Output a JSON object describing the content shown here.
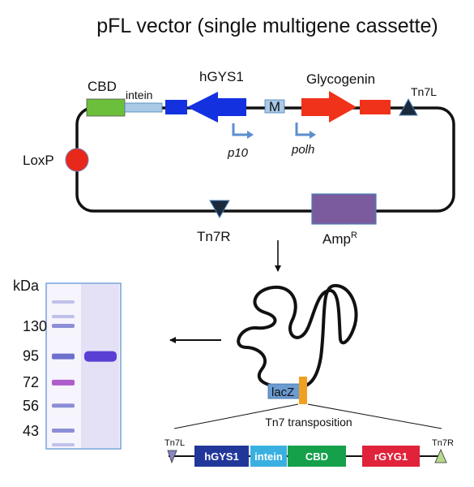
{
  "title": "pFL vector (single multigene cassette)",
  "vector": {
    "labels": {
      "cbd": "CBD",
      "intein": "intein",
      "hgys1": "hGYS1",
      "m": "M",
      "glycogenin": "Glycogenin",
      "tn7l": "Tn7L",
      "loxp": "LoxP",
      "p10": "p10",
      "polh": "polh",
      "tn7r": "Tn7R",
      "amp": "Amp",
      "amp_sup": "R"
    },
    "colors": {
      "cbd": "#6cbf3a",
      "intein": "#a9c9e6",
      "hgys1": "#1431e0",
      "m": "#a9c9e6",
      "glycogenin": "#f0321a",
      "loxp": "#e8281a",
      "amp": "#7b5b9e",
      "promoter": "#5b8fcf"
    }
  },
  "gel": {
    "unit_label": "kDa",
    "ladder_kda": [
      130,
      95,
      72,
      56,
      43
    ],
    "sample_band_kda": 95
  },
  "bacmid": {
    "lacz_label": "lacZ",
    "transposition_label": "Tn7 transposition",
    "cassette": [
      {
        "label": "Tn7L",
        "color": "#8b86c4"
      },
      {
        "label": "hGYS1",
        "color": "#22379a"
      },
      {
        "label": "intein",
        "color": "#3ab0e0"
      },
      {
        "label": "CBD",
        "color": "#15a04a"
      },
      {
        "label": "rGYG1",
        "color": "#e0223a"
      },
      {
        "label": "Tn7R",
        "color": "#b6d98a"
      }
    ]
  }
}
